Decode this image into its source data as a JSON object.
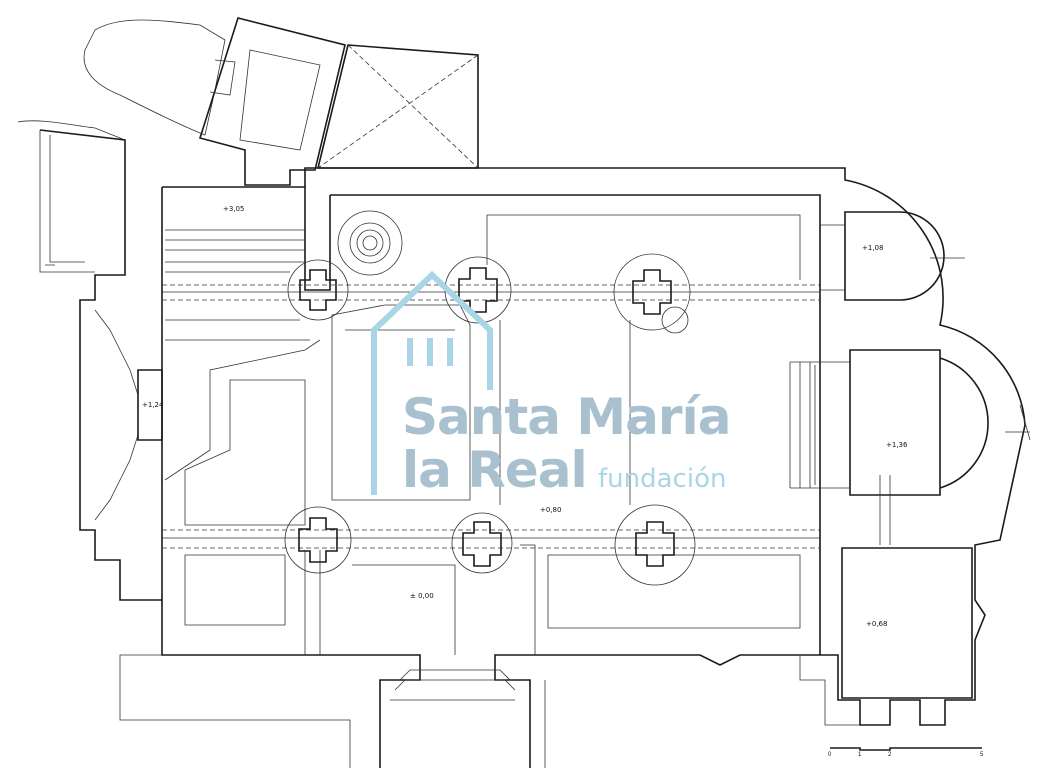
{
  "plan": {
    "levels": {
      "upper_left": "+3,05",
      "north_apse": "+1,08",
      "west_entrance": "+1,24",
      "nave": "+0,80",
      "main_apse": "+1,36",
      "south_aisle": "± 0,00",
      "south_chapel": "+0,68"
    },
    "scale_labels": [
      "0",
      "1",
      "2",
      "5"
    ]
  },
  "watermark": {
    "line1": "Santa María",
    "line2": "la Real",
    "line3": "fundación",
    "colors": {
      "main": "#a9c1ce",
      "light": "#a9d5e6"
    }
  }
}
